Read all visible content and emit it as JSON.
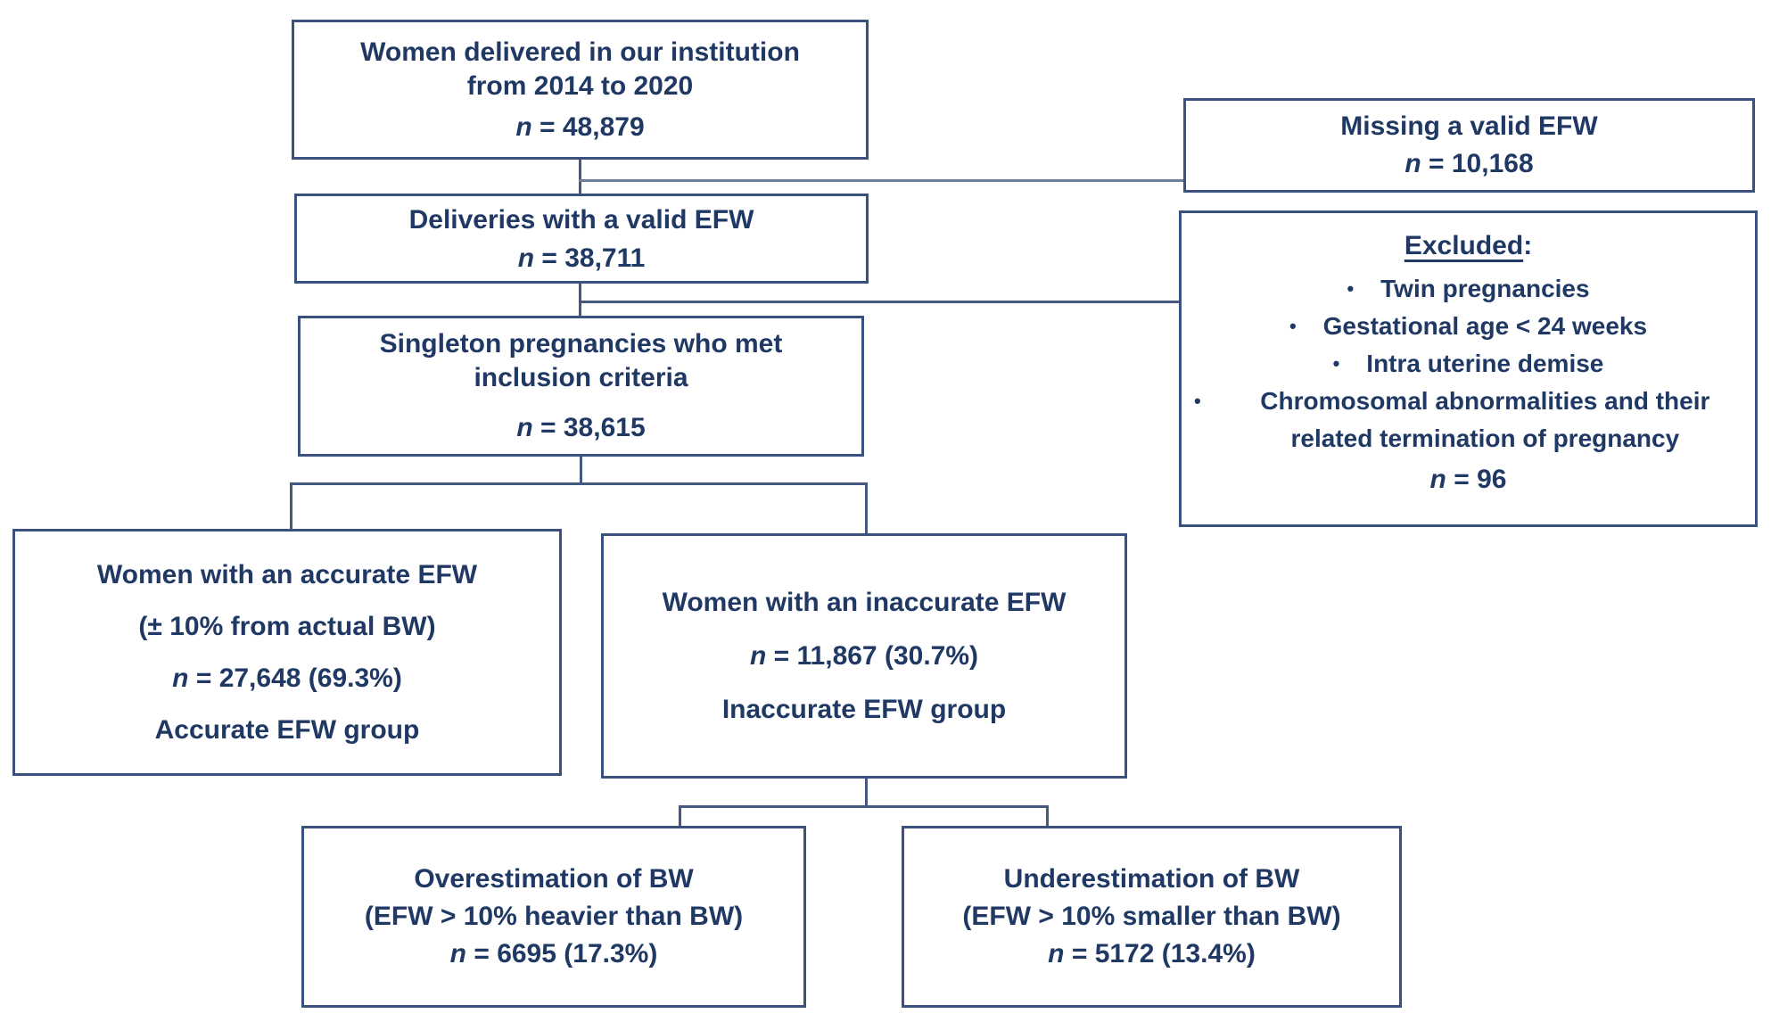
{
  "diagram": {
    "background_color": "#ffffff",
    "text_color": "#1f3864",
    "border_color": "#3a5180",
    "connector_color": "#44597f",
    "bullet_glyph": "•",
    "boxes": {
      "enrolled": {
        "lines": [
          "Women delivered in our institution",
          "from 2014 to 2020"
        ],
        "n": "n = 48,879"
      },
      "missing": {
        "lines": [
          "Missing a valid EFW"
        ],
        "n": "n = 10,168"
      },
      "valid": {
        "lines": [
          "Deliveries with a valid EFW"
        ],
        "n": "n = 38,711"
      },
      "excluded": {
        "heading": "Excluded",
        "heading_colon": ":",
        "bullets": [
          "Twin pregnancies",
          "Gestational age < 24 weeks",
          "Intra uterine demise",
          "Chromosomal abnormalities and their related termination of pregnancy"
        ],
        "n": "n = 96"
      },
      "singleton": {
        "lines": [
          "Singleton pregnancies who met",
          "inclusion criteria"
        ],
        "n": "n = 38,615"
      },
      "accurate": {
        "lines": [
          "Women with an accurate EFW",
          "(± 10% from actual BW)"
        ],
        "n": "n = 27,648 (69.3%)",
        "group": "Accurate EFW group"
      },
      "inaccurate": {
        "lines": [
          "Women with an inaccurate EFW"
        ],
        "n": "n = 11,867 (30.7%)",
        "group": "Inaccurate EFW group"
      },
      "overestimation": {
        "lines": [
          "Overestimation of BW",
          "(EFW > 10% heavier than BW)"
        ],
        "n": "n = 6695 (17.3%)"
      },
      "underestimation": {
        "lines": [
          "Underestimation of BW",
          "(EFW > 10% smaller than BW)"
        ],
        "n": "n = 5172 (13.4%)"
      }
    }
  }
}
